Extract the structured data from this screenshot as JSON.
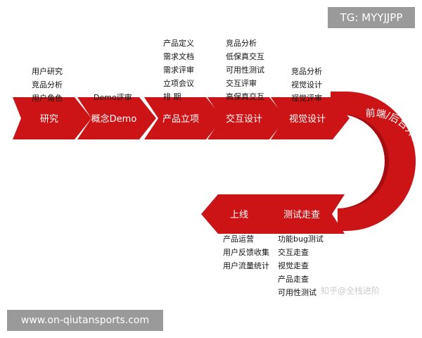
{
  "badge": "TG: MYYJJPP",
  "site_url": "www.on-qiutansports.com",
  "watermark": "知乎@全栈进阶",
  "colors": {
    "arrow": "#cc1417",
    "arrow_dark": "#a50e11",
    "text": "#111111"
  },
  "top_row": {
    "stages": [
      {
        "label": "研究",
        "notes": [
          "用户研究",
          "竞品分析",
          "用户角色"
        ]
      },
      {
        "label": "概念Demo",
        "notes": [
          "Demo评审"
        ]
      },
      {
        "label": "产品立项",
        "notes": [
          "产品定义",
          "需求文档",
          "需求评审",
          "立项会议",
          "排 期"
        ]
      },
      {
        "label": "交互设计",
        "notes": [
          "竞品分析",
          "低保真交互",
          "可用性测试",
          "交互评审",
          "高保真交互"
        ]
      },
      {
        "label": "视觉设计",
        "notes": [
          "竞品分析",
          "视觉设计",
          "视觉评审"
        ]
      }
    ]
  },
  "curve": {
    "label": "前端/后台开发"
  },
  "bottom_row": {
    "stages": [
      {
        "label": "上线",
        "notes": [
          "产品运营",
          "用户反馈收集",
          "用户流量统计"
        ]
      },
      {
        "label": "测试走查",
        "notes": [
          "功能bug测试",
          "交互走查",
          "视觉走查",
          "产品走查",
          "可用性测试"
        ]
      }
    ]
  }
}
